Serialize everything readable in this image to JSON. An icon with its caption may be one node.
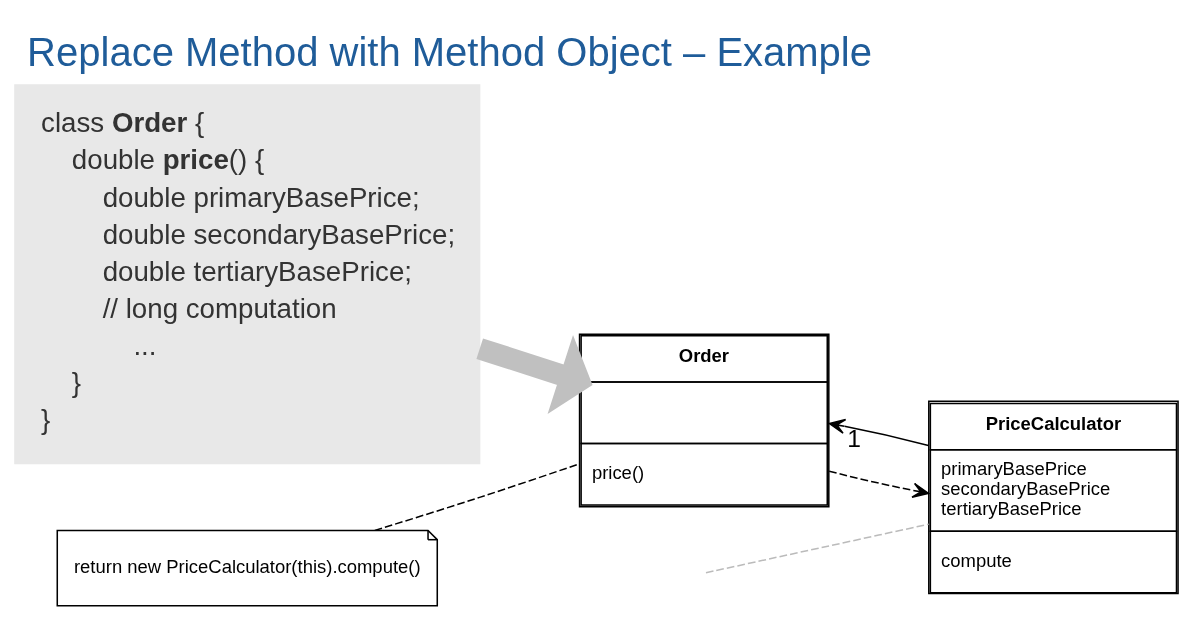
{
  "diagram": {
    "title": "Replace Method with Method Object – Example",
    "nodes": [
      {
        "text": [
          "class **Order** {",
          "double **price**() {",
          "double primaryBasePrice;",
          "double secondaryBasePrice;",
          "double tertiaryBasePrice;",
          "// long computation",
          "...",
          "}",
          "}"
        ]
      },
      {
        "text": [
          "Order",
          "price()"
        ]
      },
      {
        "text": [
          "PriceCalculator",
          "primaryBasePrice",
          "secondaryBasePrice",
          "tertiaryBasePrice",
          "compute"
        ]
      },
      {
        "text": [
          "return new PriceCalculator(this).compute()"
        ]
      }
    ],
    "edges": [
      {
        "from": 0,
        "to": 1,
        "arrow": "to",
        "style": "thick",
        "color": "#c0c0c0"
      },
      {
        "from": 1,
        "to": 2,
        "arrow": "to",
        "style": "dashed"
      },
      {
        "from": 2,
        "to": 1,
        "arrow": "to",
        "label": "1"
      },
      {
        "from": 3,
        "to": 1,
        "arrow": "none",
        "style": "dashed"
      },
      {
        "from": null,
        "to": 2,
        "arrow": "none",
        "style": "dashed",
        "color": "#bbbbbb"
      }
    ]
  }
}
